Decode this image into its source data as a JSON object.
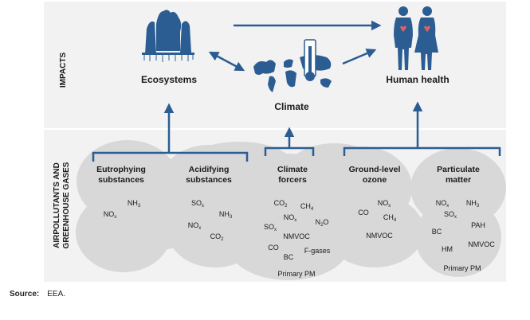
{
  "colors": {
    "panel_bg": "#f2f2f2",
    "cloud": "#d8d8d8",
    "accent": "#2b5d93",
    "text": "#1a1a1a"
  },
  "labels": {
    "impacts": "IMPACTS",
    "left_group": "AIRPOLLUTANTS AND GREENHOUSE GASES",
    "ecosystems": "Ecosystems",
    "climate": "Climate",
    "human_health": "Human health"
  },
  "icons": [
    "forest-icon",
    "world-map-thermometer-icon",
    "human-figures-icon"
  ],
  "groups": [
    {
      "title": [
        "Eutrophying",
        "substances"
      ],
      "items": [
        {
          "base": "NH",
          "sub": "3"
        },
        {
          "base": "NO",
          "sub": "x"
        }
      ]
    },
    {
      "title": [
        "Acidifying",
        "substances"
      ],
      "items": [
        {
          "base": "SO",
          "sub": "x"
        },
        {
          "base": "NH",
          "sub": "3"
        },
        {
          "base": "NO",
          "sub": "x"
        },
        {
          "base": "CO",
          "sub": "2"
        }
      ]
    },
    {
      "title": [
        "Climate",
        "forcers"
      ],
      "items": [
        {
          "base": "CO",
          "sub": "2"
        },
        {
          "base": "CH",
          "sub": "4"
        },
        {
          "base": "NO",
          "sub": "x"
        },
        {
          "base": "N",
          "sub": "2",
          "tail": "O"
        },
        {
          "base": "SO",
          "sub": "x"
        },
        {
          "base": "NMVOC"
        },
        {
          "base": "CO"
        },
        {
          "base": "F-gases"
        },
        {
          "base": "BC"
        },
        {
          "base": "Primary PM"
        }
      ]
    },
    {
      "title": [
        "Ground-level",
        "ozone"
      ],
      "items": [
        {
          "base": "NO",
          "sub": "x"
        },
        {
          "base": "CO"
        },
        {
          "base": "CH",
          "sub": "4"
        },
        {
          "base": "NMVOC"
        }
      ]
    },
    {
      "title": [
        "Particulate",
        "matter"
      ],
      "items": [
        {
          "base": "NO",
          "sub": "x"
        },
        {
          "base": "NH",
          "sub": "3"
        },
        {
          "base": "SO",
          "sub": "x"
        },
        {
          "base": "PAH"
        },
        {
          "base": "BC"
        },
        {
          "base": "NMVOC"
        },
        {
          "base": "HM"
        },
        {
          "base": "Primary PM"
        }
      ]
    }
  ],
  "source": {
    "label": "Source:",
    "value": "EEA."
  }
}
